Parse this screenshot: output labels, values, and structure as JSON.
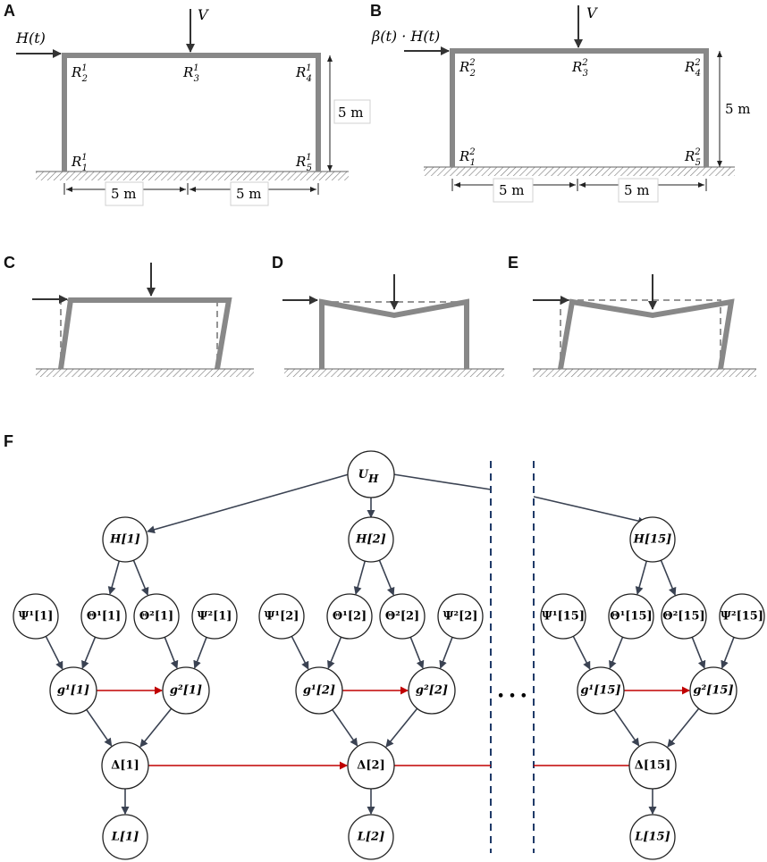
{
  "panels": {
    "A": {
      "label": "A",
      "horizontal_load": "H(t)",
      "vertical_load": "V",
      "nodes": [
        "R",
        "R",
        "R",
        "R",
        "R"
      ],
      "node_sups": [
        "2",
        "1",
        "1",
        "3",
        "1",
        "4",
        "1",
        "5"
      ],
      "node_subs_text": [
        "1",
        "1",
        "1",
        "1",
        "1"
      ],
      "node_sub_index": [
        "2",
        "3",
        "4",
        "1",
        "5"
      ],
      "height": "5 m",
      "span_left": "5 m",
      "span_right": "5 m"
    },
    "B": {
      "label": "B",
      "horizontal_load": "β(t) · H(t)",
      "vertical_load": "V",
      "node_sup": "2",
      "height": "5 m",
      "span_left": "5 m",
      "span_right": "5 m"
    },
    "C": {
      "label": "C"
    },
    "D": {
      "label": "D"
    },
    "E": {
      "label": "E"
    },
    "F": {
      "label": "F",
      "ellipsis": "• • •"
    }
  },
  "network": {
    "root": {
      "id": "UH",
      "base": "U",
      "sub": "H"
    },
    "groups": [
      {
        "index": "1",
        "H": "H[1]",
        "Psi1": "Ψ¹[1]",
        "Theta1": "Θ¹[1]",
        "Theta2": "Θ²[1]",
        "Psi2": "Ψ²[1]",
        "g1": "g¹[1]",
        "g2": "g²[1]",
        "Delta": "Δ[1]",
        "L": "L[1]"
      },
      {
        "index": "2",
        "H": "H[2]",
        "Psi1": "Ψ¹[2]",
        "Theta1": "Θ¹[2]",
        "Theta2": "Θ²[2]",
        "Psi2": "Ψ²[2]",
        "g1": "g¹[2]",
        "g2": "g²[2]",
        "Delta": "Δ[2]",
        "L": "L[2]"
      },
      {
        "index": "15",
        "H": "H[15]",
        "Psi1": "Ψ¹[15]",
        "Theta1": "Θ¹[15]",
        "Theta2": "Θ²[15]",
        "Psi2": "Ψ²[15]",
        "g1": "g¹[15]",
        "g2": "g²[15]",
        "Delta": "Δ[15]",
        "L": "L[15]"
      }
    ]
  },
  "colors": {
    "frame": "#888888",
    "arrow": "#3a4252",
    "temporal_arrow": "#c00000",
    "divider": "#1f3a68"
  }
}
